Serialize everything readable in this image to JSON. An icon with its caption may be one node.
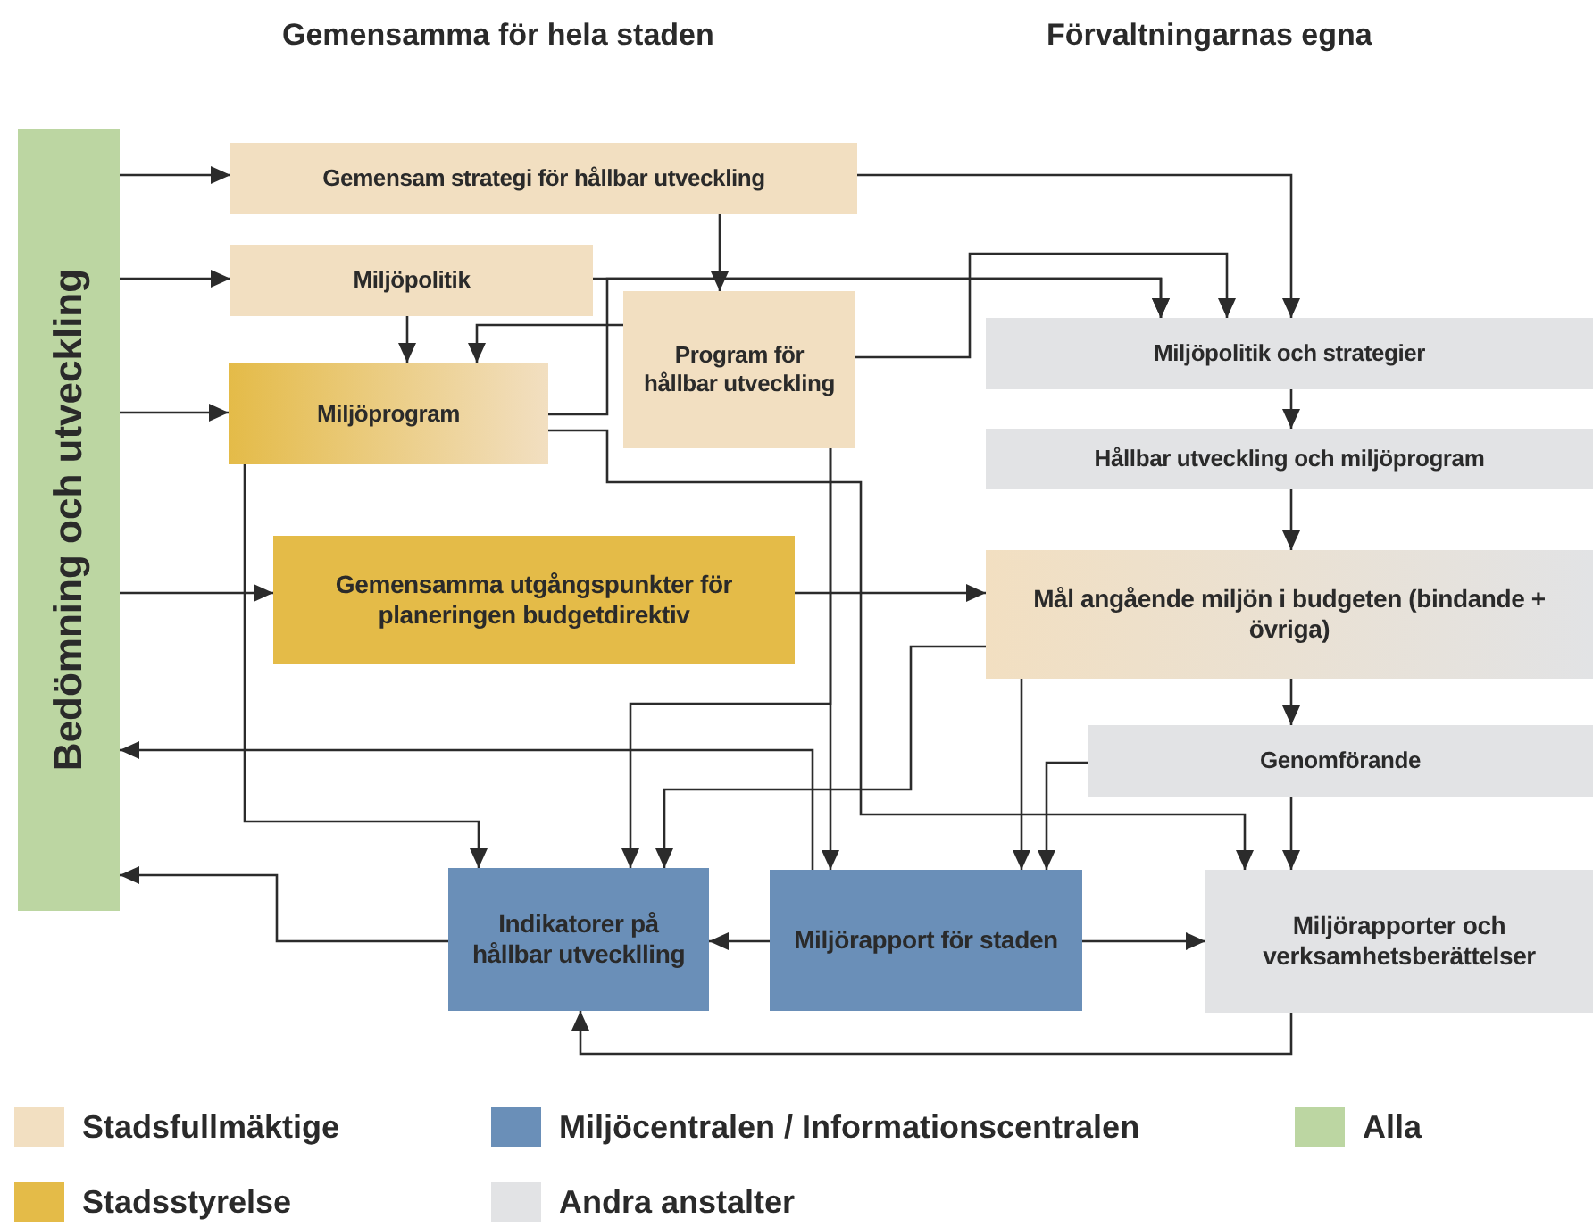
{
  "diagram": {
    "nodes": [
      {
        "text": [
          "Bedömning och utveckling"
        ]
      },
      {
        "text": [
          "Gemensam strategi för hållbar utveckling"
        ]
      },
      {
        "text": [
          "Miljöpolitik"
        ]
      },
      {
        "text": [
          "Miljöprogram"
        ]
      },
      {
        "text": [
          "Program för hållbar utveckling"
        ]
      },
      {
        "text": [
          "Miljöpolitik och strategier"
        ]
      },
      {
        "text": [
          "Hållbar utveckling och miljöprogram"
        ]
      },
      {
        "text": [
          "Gemensamma utgångspunkter för planeringen budgetdirektiv"
        ]
      },
      {
        "text": [
          "Mål angående miljön i budgeten (bindande + övriga)"
        ]
      },
      {
        "text": [
          "Genomförande"
        ]
      },
      {
        "text": [
          "Indikatorer på hållbar utvecklling"
        ]
      },
      {
        "text": [
          "Miljörapport för staden"
        ]
      },
      {
        "text": [
          "Miljörapporter och verksamhetsberättelser"
        ]
      }
    ],
    "edges": [
      {
        "from": 0,
        "to": 1,
        "arrow": "to"
      },
      {
        "from": 0,
        "to": 2,
        "arrow": "to"
      },
      {
        "from": 0,
        "to": 3,
        "arrow": "to"
      },
      {
        "from": 0,
        "to": 7,
        "arrow": "to"
      },
      {
        "from": 1,
        "to": 4,
        "arrow": "to"
      },
      {
        "from": 1,
        "to": 5,
        "arrow": "to"
      },
      {
        "from": 2,
        "to": 3,
        "arrow": "to"
      },
      {
        "from": 4,
        "to": 3,
        "arrow": "to"
      },
      {
        "from": 2,
        "to": 5,
        "arrow": "to"
      },
      {
        "from": 3,
        "to": 5,
        "arrow": "to"
      },
      {
        "from": 4,
        "to": 5,
        "arrow": "to"
      },
      {
        "from": 5,
        "to": 6,
        "arrow": "to"
      },
      {
        "from": 6,
        "to": 8,
        "arrow": "to"
      },
      {
        "from": 7,
        "to": 8,
        "arrow": "to"
      },
      {
        "from": 8,
        "to": 9,
        "arrow": "to"
      },
      {
        "from": 3,
        "to": 12,
        "arrow": "to"
      },
      {
        "from": 4,
        "to": 11,
        "arrow": "to"
      },
      {
        "from": 4,
        "to": 10,
        "arrow": "to"
      },
      {
        "from": 3,
        "to": 10,
        "arrow": "to"
      },
      {
        "from": 8,
        "to": 10,
        "arrow": "to"
      },
      {
        "from": 8,
        "to": 11,
        "arrow": "to"
      },
      {
        "from": 9,
        "to": 11,
        "arrow": "to"
      },
      {
        "from": 9,
        "to": 12,
        "arrow": "to"
      },
      {
        "from": 11,
        "to": 0,
        "arrow": "to"
      },
      {
        "from": 10,
        "to": 0,
        "arrow": "to"
      },
      {
        "from": 11,
        "to": 10,
        "arrow": "to"
      },
      {
        "from": 11,
        "to": 12,
        "arrow": "to"
      },
      {
        "from": 12,
        "to": 10,
        "arrow": "to"
      }
    ],
    "labels": [
      "Gemensamma för hela staden",
      "Förvaltningarnas egna"
    ],
    "legend": [
      {
        "text": "Stadsfullmäktige",
        "color": "#f2dfc1"
      },
      {
        "text": "Miljöcentralen / Informationscentralen",
        "color": "#6a8fb8"
      },
      {
        "text": "Alla",
        "color": "#bcd6a2"
      },
      {
        "text": "Stadsstyrelse",
        "color": "#e4bb48"
      },
      {
        "text": "Andra anstalter",
        "color": "#e2e3e5"
      }
    ]
  }
}
